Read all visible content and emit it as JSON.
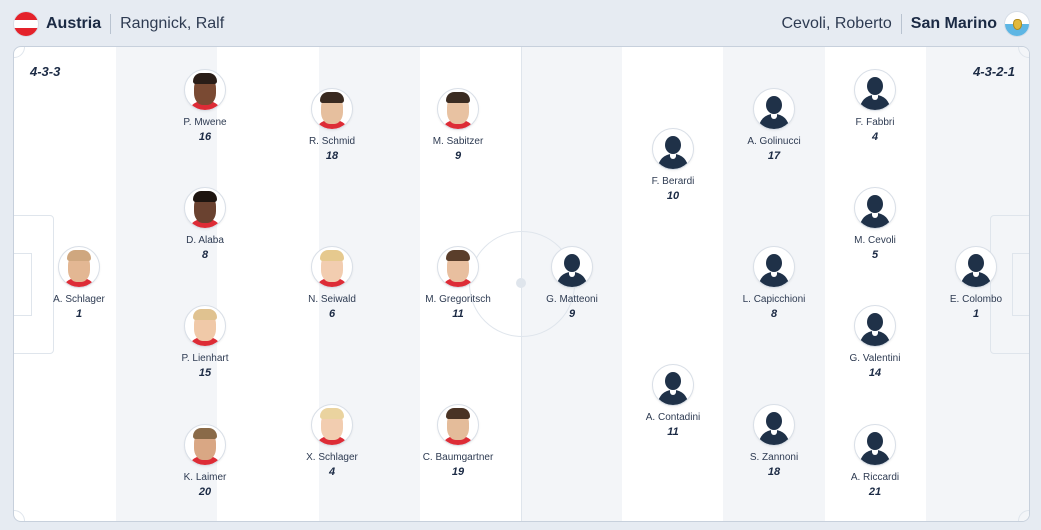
{
  "home": {
    "team": "Austria",
    "coach": "Rangnick, Ralf",
    "formation": "4-3-3",
    "flag_colors": [
      "#e4222b",
      "#ffffff"
    ]
  },
  "away": {
    "team": "San Marino",
    "coach": "Cevoli, Roberto",
    "formation": "4-3-2-1",
    "flag_colors": [
      "#ffffff",
      "#5eb6e4"
    ]
  },
  "colors": {
    "home_shirt": "#dd2c36",
    "away_silhouette": "#1f3148",
    "pitch_stripe": "#f3f5f8"
  },
  "home_players": [
    {
      "name": "A. Schlager",
      "number": "1"
    },
    {
      "name": "P. Mwene",
      "number": "16"
    },
    {
      "name": "D. Alaba",
      "number": "8"
    },
    {
      "name": "P. Lienhart",
      "number": "15"
    },
    {
      "name": "K. Laimer",
      "number": "20"
    },
    {
      "name": "R. Schmid",
      "number": "18"
    },
    {
      "name": "N. Seiwald",
      "number": "6"
    },
    {
      "name": "X. Schlager",
      "number": "4"
    },
    {
      "name": "M. Sabitzer",
      "number": "9"
    },
    {
      "name": "M. Gregoritsch",
      "number": "11"
    },
    {
      "name": "C. Baumgartner",
      "number": "19"
    }
  ],
  "away_players": [
    {
      "name": "G. Matteoni",
      "number": "9"
    },
    {
      "name": "F. Berardi",
      "number": "10"
    },
    {
      "name": "A. Contadini",
      "number": "11"
    },
    {
      "name": "A. Golinucci",
      "number": "17"
    },
    {
      "name": "L. Capicchioni",
      "number": "8"
    },
    {
      "name": "S. Zannoni",
      "number": "18"
    },
    {
      "name": "F. Fabbri",
      "number": "4"
    },
    {
      "name": "M. Cevoli",
      "number": "5"
    },
    {
      "name": "G. Valentini",
      "number": "14"
    },
    {
      "name": "A. Riccardi",
      "number": "21"
    },
    {
      "name": "E. Colombo",
      "number": "1"
    }
  ]
}
